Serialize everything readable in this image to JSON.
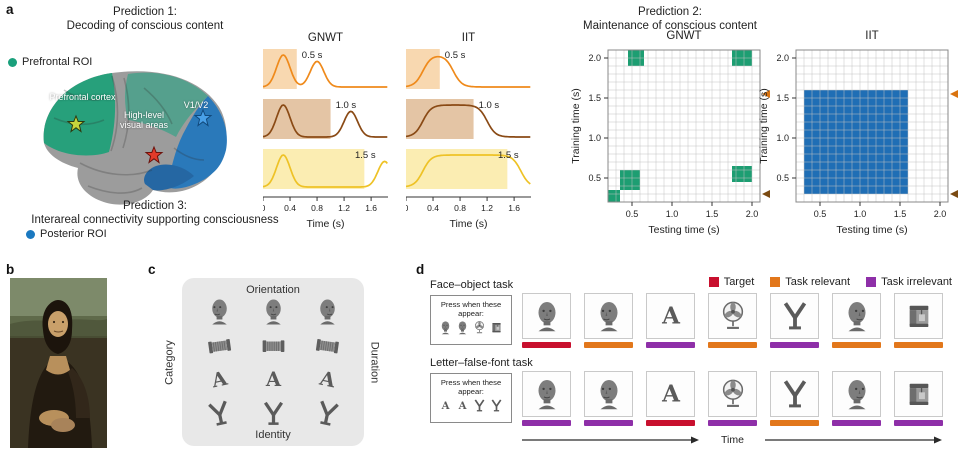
{
  "panel_labels": {
    "a": "a",
    "b": "b",
    "c": "c",
    "d": "d"
  },
  "prediction1": {
    "line1": "Prediction 1:",
    "line2": "Decoding of conscious content",
    "legend": [
      {
        "label": "Prefrontal ROI",
        "color": "#1aa07c"
      },
      {
        "label": "Posterior ROI",
        "color": "#1b79c0"
      }
    ],
    "brain_labels": {
      "prefrontal": "Prefrontal cortex",
      "high_level": "High-level visual areas",
      "v1v2": "V1/V2"
    }
  },
  "prediction2": {
    "line1": "Prediction 2:",
    "line2": "Maintenance of conscious content"
  },
  "prediction3": {
    "line1": "Prediction 3:",
    "line2": "Interareal connectivity supporting consciousness"
  },
  "chart_data": [
    {
      "type": "line",
      "name": "stimulus-duration-timecourses",
      "columns": [
        "GNWT",
        "IIT"
      ],
      "xlabel": "Time (s)",
      "xlim": [
        0,
        1.85
      ],
      "xticks": [
        {
          "v": 0,
          "label": "0"
        },
        {
          "v": 0.4,
          "label": "0.4"
        },
        {
          "v": 0.8,
          "label": "0.8"
        },
        {
          "v": 1.2,
          "label": "1.2"
        },
        {
          "v": 1.6,
          "label": "1.6"
        }
      ],
      "rows": [
        {
          "duration_label": "0.5 s",
          "duration": 0.5,
          "line_color": "#ef8a1b",
          "shade_color": "#f8d8b0"
        },
        {
          "duration_label": "1.0 s",
          "duration": 1.0,
          "line_color": "#8a4a15",
          "shade_color": "#e4c5a5"
        },
        {
          "duration_label": "1.5 s",
          "duration": 1.5,
          "line_color": "#eec226",
          "shade_color": "#fbedb2"
        }
      ],
      "profiles": {
        "GNWT": {
          "description": "transient activation peaks at stimulus onset and after stimulus offset",
          "onset_peak_time": 0.3,
          "peak_width": 0.1,
          "offset_peak_delay": 0.3,
          "offset_peak_amp": 0.8
        },
        "IIT": {
          "description": "sustained activation maintained for the full stimulus duration",
          "rise_center": 0.25,
          "fall_delay": 0.2,
          "slope": 16
        }
      }
    },
    {
      "type": "heatmap",
      "name": "temporal-generalization-matrices",
      "xlabel": "Testing time (s)",
      "ylabel": "Training time (s)",
      "xlim": [
        0.2,
        2.1
      ],
      "ylim": [
        0.2,
        2.1
      ],
      "cell_size": 0.1,
      "xticks": [
        {
          "v": 0.5,
          "label": "0.5"
        },
        {
          "v": 1.0,
          "label": "1.0"
        },
        {
          "v": 1.5,
          "label": "1.5"
        },
        {
          "v": 2.0,
          "label": "2.0"
        }
      ],
      "yticks": [
        {
          "v": 0.5,
          "label": "0.5"
        },
        {
          "v": 1.0,
          "label": "1.0"
        },
        {
          "v": 1.5,
          "label": "1.5"
        },
        {
          "v": 2.0,
          "label": "2.0"
        }
      ],
      "matrices": [
        {
          "name": "GNWT",
          "fill_color": "#1d9e72",
          "blocks": [
            [
              0.2,
              0.35,
              0.2,
              0.35
            ],
            [
              0.35,
              0.6,
              0.35,
              0.6
            ],
            [
              0.45,
              0.65,
              1.9,
              2.1
            ],
            [
              1.75,
              2.0,
              1.9,
              2.1
            ],
            [
              1.75,
              2.0,
              0.45,
              0.65
            ]
          ]
        },
        {
          "name": "IIT",
          "fill_color": "#1f6eb5",
          "blocks": [
            [
              0.3,
              1.6,
              0.3,
              1.6
            ]
          ]
        }
      ],
      "offset_arrows": [
        {
          "color": "#d9730f",
          "training_time": 1.55
        },
        {
          "color": "#7a4a12",
          "training_time": 0.3
        }
      ]
    }
  ],
  "design_matrix": {
    "top_label": "Orientation",
    "bottom_label": "Identity",
    "left_label": "Category",
    "right_label": "Duration",
    "letter_char": "A",
    "grid_rows": [
      "face",
      "accordion",
      "letter",
      "false-font"
    ],
    "orientations": [
      "left",
      "front",
      "right"
    ]
  },
  "tasks": {
    "legend": [
      {
        "label": "Target",
        "color": "#c8102e"
      },
      {
        "label": "Task relevant",
        "color": "#e2771b"
      },
      {
        "label": "Task irrelevant",
        "color": "#8e2fa8"
      }
    ],
    "status_colors": {
      "target": "#c8102e",
      "relevant": "#e2771b",
      "irrelevant": "#8e2fa8"
    },
    "time_label": "Time",
    "rows": [
      {
        "title": "Face–object task",
        "press_label": "Press when these appear:",
        "press_stimuli": [
          "face",
          "face",
          "fan",
          "machine"
        ],
        "sequence": [
          {
            "stim": "face",
            "status": "target",
            "orient": 0
          },
          {
            "stim": "face",
            "status": "relevant",
            "orient": -1
          },
          {
            "stim": "letter",
            "status": "irrelevant",
            "orient": 0
          },
          {
            "stim": "fan",
            "status": "relevant",
            "orient": 0
          },
          {
            "stim": "false-font",
            "status": "irrelevant",
            "orient": 0
          },
          {
            "stim": "face",
            "status": "relevant",
            "orient": 1
          },
          {
            "stim": "machine",
            "status": "relevant",
            "orient": 0
          }
        ]
      },
      {
        "title": "Letter–false-font task",
        "press_label": "Press when these appear:",
        "press_stimuli": [
          "letter",
          "letter",
          "false-font",
          "false-font"
        ],
        "sequence": [
          {
            "stim": "face",
            "status": "irrelevant",
            "orient": 0
          },
          {
            "stim": "face",
            "status": "irrelevant",
            "orient": -1
          },
          {
            "stim": "letter",
            "status": "target",
            "orient": 0
          },
          {
            "stim": "fan",
            "status": "irrelevant",
            "orient": 0
          },
          {
            "stim": "false-font",
            "status": "relevant",
            "orient": 0
          },
          {
            "stim": "face",
            "status": "irrelevant",
            "orient": 1
          },
          {
            "stim": "machine",
            "status": "irrelevant",
            "orient": 0
          }
        ]
      }
    ]
  }
}
